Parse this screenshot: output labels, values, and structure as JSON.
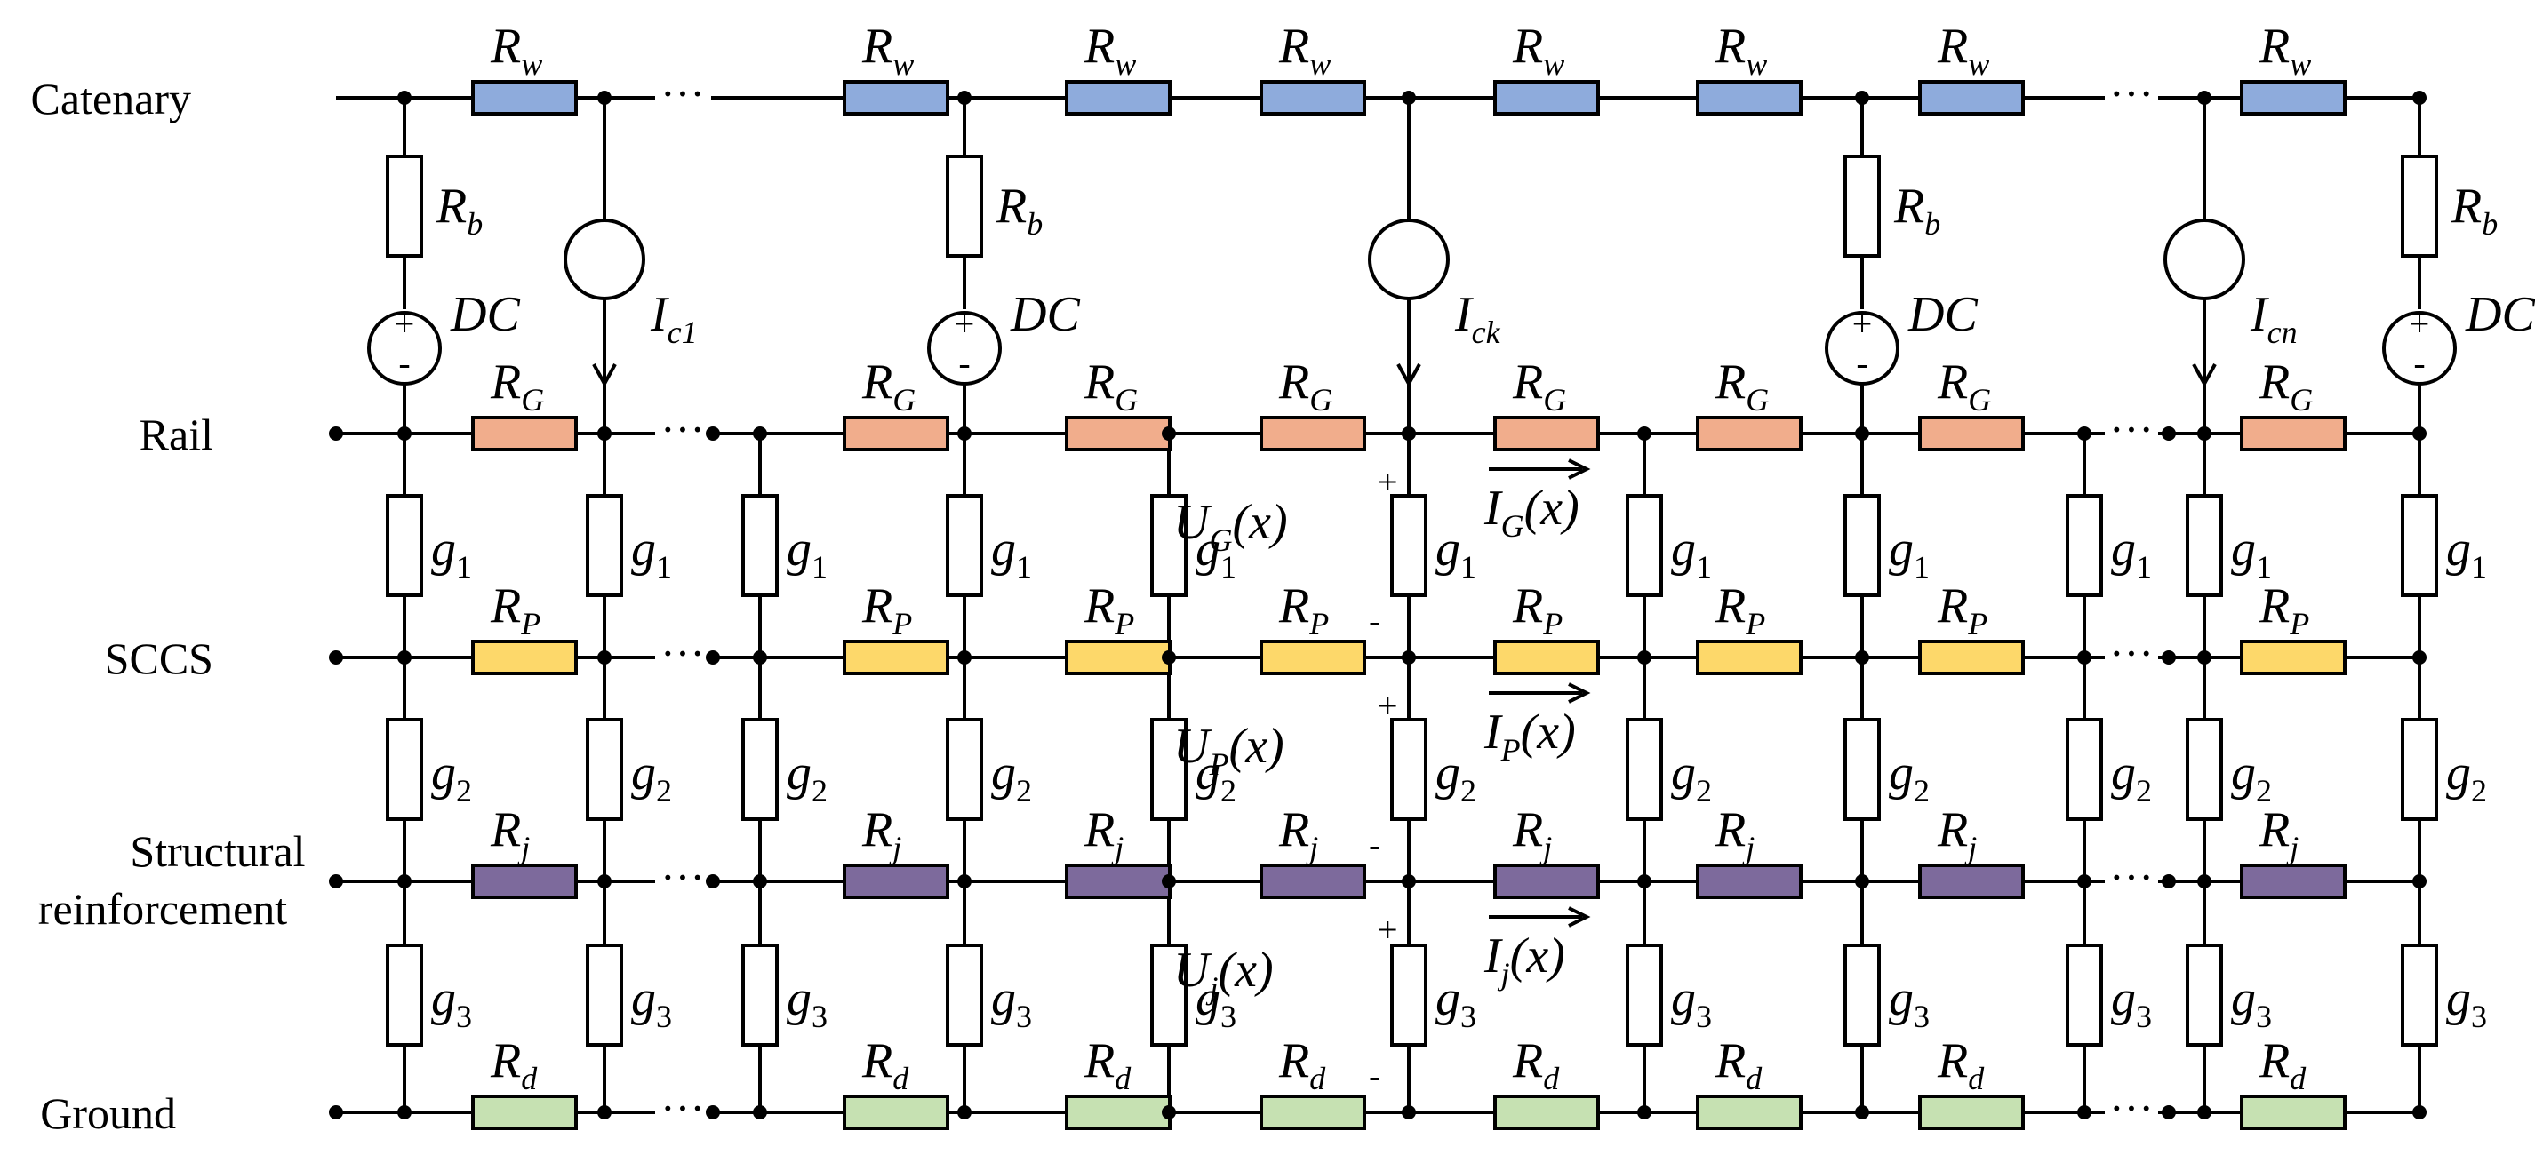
{
  "title": "",
  "rows": [
    {
      "key": "catenary",
      "label": "Catenary"
    },
    {
      "key": "rail",
      "label": "Rail"
    },
    {
      "key": "sccs",
      "label": "SCCS"
    },
    {
      "key": "structural",
      "label": "Structural reinforcement",
      "label_lines": [
        "Structural",
        "reinforcement"
      ]
    },
    {
      "key": "ground",
      "label": "Ground"
    }
  ],
  "series_resistors": {
    "catenary": {
      "symbol": "R",
      "sub": "w",
      "color": "#8eabdc"
    },
    "rail": {
      "symbol": "R",
      "sub": "G",
      "color": "#f1ad8c"
    },
    "sccs": {
      "symbol": "R",
      "sub": "P",
      "color": "#fdd86a"
    },
    "structural": {
      "symbol": "R",
      "sub": "j",
      "color": "#7d6a9c"
    },
    "ground": {
      "symbol": "R",
      "sub": "d",
      "color": "#c6e1b2"
    }
  },
  "shunts": {
    "rail_sccs": {
      "symbol": "g",
      "sub": "1"
    },
    "sccs_structural": {
      "symbol": "g",
      "sub": "2"
    },
    "structural_ground": {
      "symbol": "g",
      "sub": "3"
    }
  },
  "substation": {
    "resistor": {
      "symbol": "R",
      "sub": "b"
    },
    "source_label": "DC",
    "plus": "+",
    "minus": "-"
  },
  "train_currents": [
    {
      "symbol": "I",
      "sub": "c1"
    },
    {
      "symbol": "I",
      "sub": "ck"
    },
    {
      "symbol": "I",
      "sub": "cn"
    }
  ],
  "voltages": [
    {
      "symbol": "U",
      "sub": "G",
      "arg": "(x)",
      "plus": "+",
      "minus": "-"
    },
    {
      "symbol": "U",
      "sub": "P",
      "arg": "(x)",
      "plus": "+",
      "minus": "-"
    },
    {
      "symbol": "U",
      "sub": "j",
      "arg": "(x)",
      "plus": "+",
      "minus": "-"
    }
  ],
  "currents": [
    {
      "symbol": "I",
      "sub": "G",
      "arg": "(x)"
    },
    {
      "symbol": "I",
      "sub": "P",
      "arg": "(x)"
    },
    {
      "symbol": "I",
      "sub": "j",
      "arg": "(x)"
    }
  ],
  "ellipsis": "···"
}
